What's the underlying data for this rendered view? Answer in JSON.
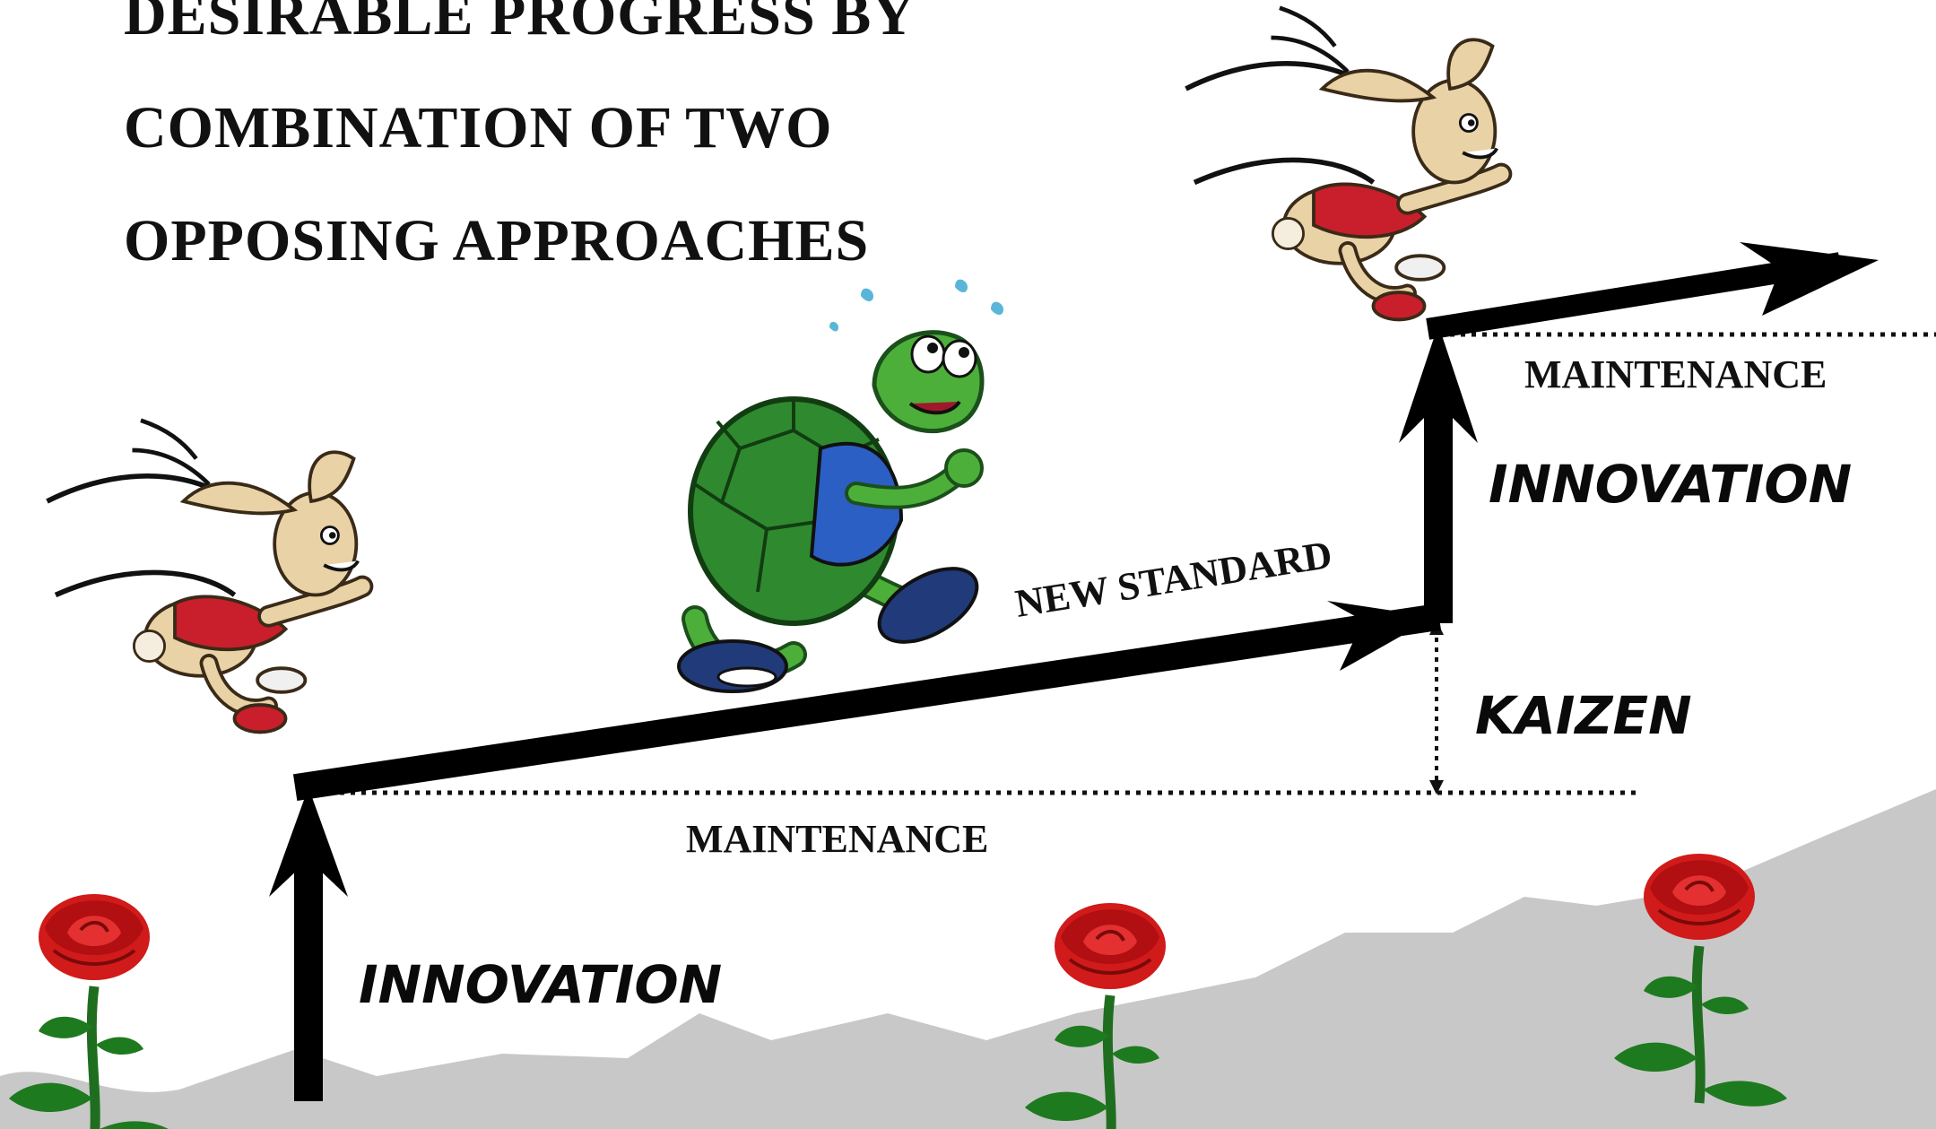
{
  "title_lines": [
    "DESIRABLE PROGRESS BY",
    "COMBINATION OF TWO",
    "OPPOSING APPROACHES"
  ],
  "labels": {
    "innovation_lower": "INNOVATION",
    "maintenance_lower": "MAINTENANCE",
    "new_standard": "NEW STANDARD",
    "kaizen": "KAIZEN",
    "innovation_upper": "INNOVATION",
    "maintenance_upper": "MAINTENANCE"
  },
  "icons": {
    "hare": "hare-running-icon",
    "tortoise": "tortoise-walking-icon",
    "rose": "rose-icon"
  },
  "colors": {
    "arrow": "#000000",
    "ground": "#c8c8c8",
    "rose": "#d11a1a",
    "leaf": "#1e7a1e",
    "shell": "#2f8a2f",
    "shirt": "#2c5fc4",
    "hare_fur": "#e9d2a6",
    "hare_shirt": "#c91e2b"
  }
}
